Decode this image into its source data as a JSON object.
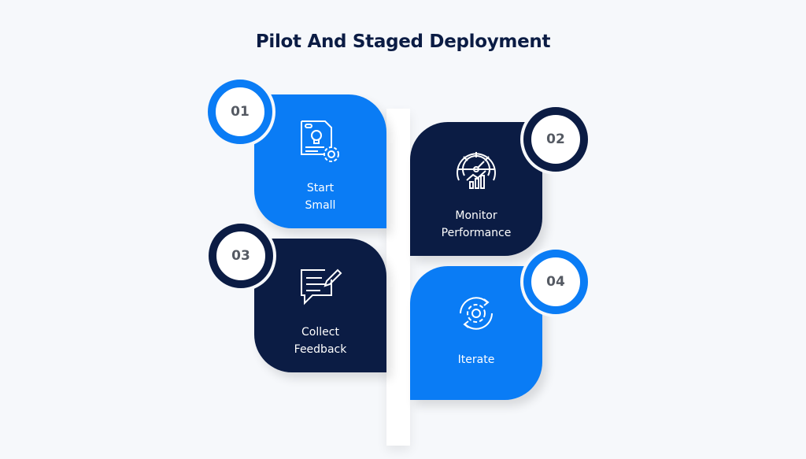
{
  "title": "Pilot And Staged Deployment",
  "colors": {
    "blue": "#0a7cf5",
    "dark": "#0b1c44",
    "background": "#f6f8fb"
  },
  "steps": [
    {
      "number": "01",
      "line1": "Start",
      "line2": "Small",
      "icon": "document-lightbulb-gear-icon"
    },
    {
      "number": "02",
      "line1": "Monitor",
      "line2": "Performance",
      "icon": "speedometer-chart-icon"
    },
    {
      "number": "03",
      "line1": "Collect",
      "line2": "Feedback",
      "icon": "chat-pen-icon"
    },
    {
      "number": "04",
      "line1": "Iterate",
      "line2": "",
      "icon": "gear-cycle-icon"
    }
  ]
}
